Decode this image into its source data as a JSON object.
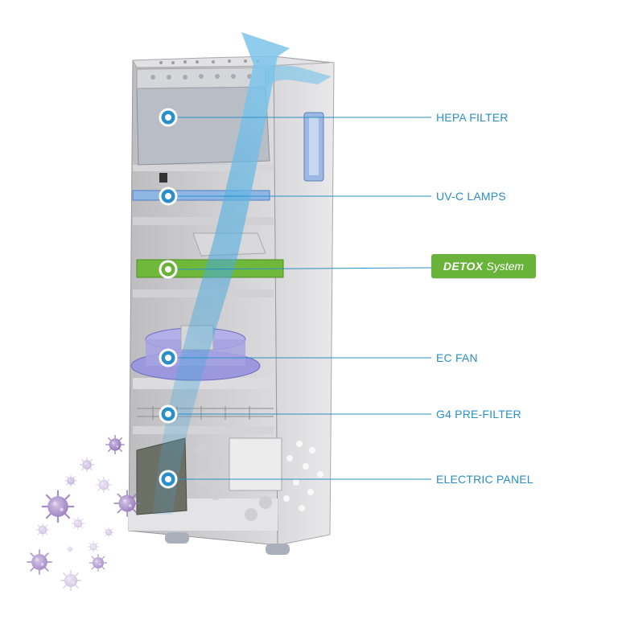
{
  "components": [
    {
      "id": "hepa",
      "label": "HEPA FILTER"
    },
    {
      "id": "uvc",
      "label": "UV-C LAMPS"
    },
    {
      "id": "detox",
      "label_bold": "DETOX",
      "label_italic": "System"
    },
    {
      "id": "fan",
      "label": "EC FAN"
    },
    {
      "id": "prefilter",
      "label": "G4 PRE-FILTER"
    },
    {
      "id": "panel",
      "label": "ELECTRIC PANEL"
    }
  ],
  "colors": {
    "leader_line": "#2a8fc9",
    "detox_badge": "#69b33a",
    "airflow": "#4aa8dc",
    "virus": "#9b7fc0",
    "cabinet": "#c9c9cb"
  },
  "icons": [
    "virus-particle-icon"
  ]
}
